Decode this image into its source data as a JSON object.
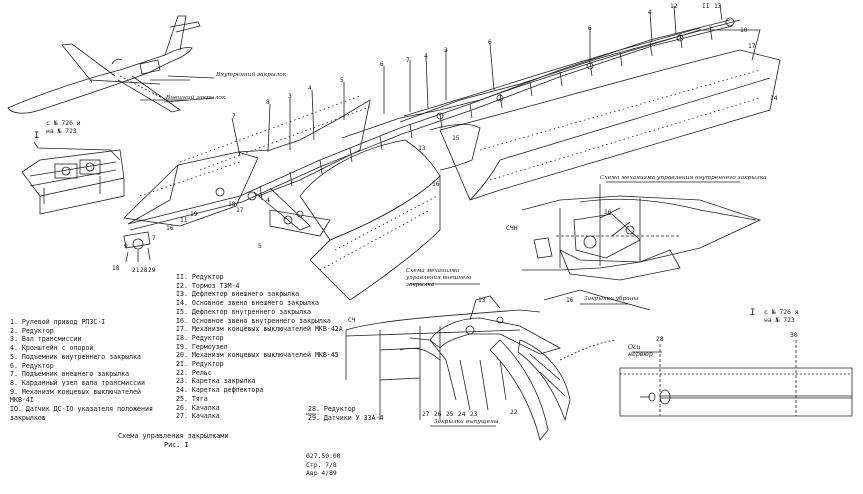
{
  "aircraft_labels": {
    "inner_flap": "Внутренний закрылок",
    "outer_flap": "Внешний закрылок"
  },
  "serial_note_left": {
    "line1": "с № 726 и",
    "line2": "на № 723",
    "ref": "I"
  },
  "serial_note_right": {
    "line1": "с № 726 я",
    "line2": "на № 723",
    "ref": "I"
  },
  "view_captions": {
    "inner_mech": "Схема механизма управления внутреннего закрылка",
    "outer_mech": "Схема механизма управления внешнего закрылка",
    "flaps_up": "Закрылки убраны",
    "flaps_down": "Закрылки выпущены"
  },
  "axis_label": "Оси нервюр",
  "rib_numbers": [
    "28",
    "30"
  ],
  "station_label": "СЧН",
  "legend_left": [
    "1. Рулевой привод РПЗС-I",
    "2. Редуктор",
    "3. Вал трансмиссии",
    "4. Кронштейн с опорой",
    "5. Подъемник внутреннего закрылка",
    "6. Редуктор",
    "7. Подъемник внешнего закрылка",
    "8. Карданный узел вала трансмиссии",
    "9. Механизм концевых выключателей",
    "   МКВ-4I",
    "IO. Датчик ДС-IO указателя положения",
    "   закрылков"
  ],
  "legend_mid": [
    "II. Редуктор",
    "I2. Тормоз ТЗМ-4",
    "I3. Дефлектор внешнего закрылка",
    "I4. Основное звено внешнего закрылка",
    "I5. Дефлектор внутреннего закрылка",
    "I6. Основное звено внутреннего закрылка",
    "I7. Механизм концевых выключателей МКВ-42А",
    "I8. Редуктор",
    "I9. Гермоузел",
    "20. Механизм концевых выключателей МКВ-45",
    "2I. Редуктор",
    "22. Рельс",
    "23. Каретка закрылка",
    "24. Каретка дефлектора",
    "25. Тяга",
    "26. Качалка",
    "27. Качалка"
  ],
  "legend_right": [
    "28. Редуктор",
    "29. Датчики У ЗЗА-4"
  ],
  "figure_title": {
    "line1": "Схема управления закрылками",
    "line2": "Рис. I"
  },
  "doc_footer": {
    "code": "027.50.00",
    "page": "Стр. 7/8",
    "rev": "Авр 4/89"
  }
}
